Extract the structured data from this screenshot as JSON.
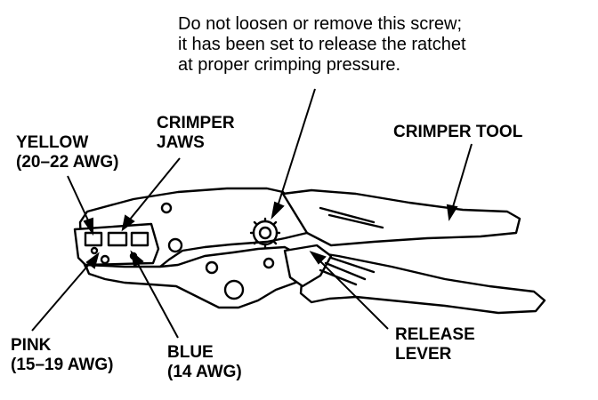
{
  "note": {
    "lines": [
      "Do not loosen or remove this screw;",
      "it has been set to release the ratchet",
      "at proper crimping pressure."
    ]
  },
  "labels": {
    "crimper_jaws": [
      "CRIMPER",
      "JAWS"
    ],
    "yellow": [
      "YELLOW",
      "(20–22 AWG)"
    ],
    "crimper_tool": [
      "CRIMPER TOOL"
    ],
    "pink": [
      "PINK",
      "(15–19 AWG)"
    ],
    "blue": [
      "BLUE",
      "(14 AWG)"
    ],
    "release_lever": [
      "RELEASE",
      "LEVER"
    ]
  }
}
